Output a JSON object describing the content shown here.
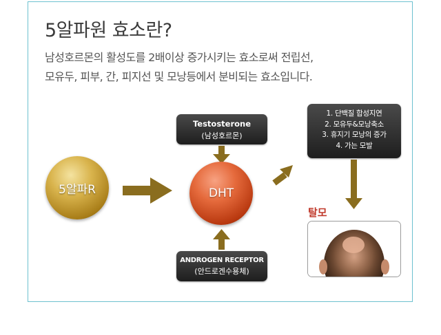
{
  "title": "5알파원 효소란?",
  "description": [
    "남성호르몬의 활성도를 2배이상 증가시키는 효소로써 전립선,",
    "모유두, 피부, 간, 피지선 및 모낭등에서 분비되는 효소입니다."
  ],
  "diagram": {
    "enzyme_circle": "5알파R",
    "dht_circle": "DHT",
    "testosterone": {
      "name": "Testosterone",
      "korean": "(남성호르몬)"
    },
    "receptor": {
      "name": "ANDROGEN RECEPTOR",
      "korean": "(안드로겐수용체)"
    },
    "effects": [
      "1. 단백질 합성지연",
      "2. 모유두&모낭축소",
      "3. 휴지기 모낭의 증가",
      "4. 가는 모발"
    ],
    "result_label": "탈모"
  },
  "colors": {
    "frame_border": "#6cc1cf",
    "arrow": "#8a6d1f",
    "result_label": "#c0392b"
  }
}
